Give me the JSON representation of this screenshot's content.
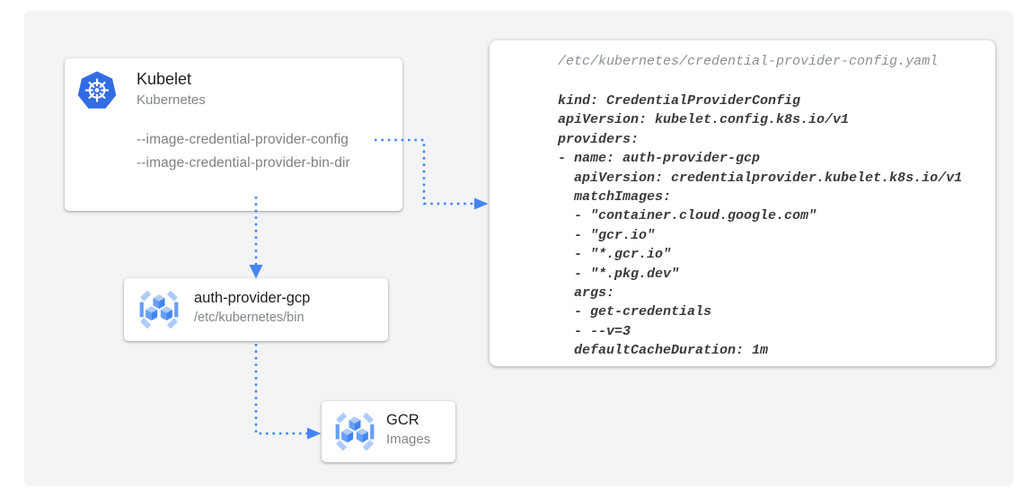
{
  "diagram": {
    "nodes": {
      "kubelet": {
        "title": "Kubelet",
        "subtitle": "Kubernetes",
        "flags": [
          "--image-credential-provider-config",
          "--image-credential-provider-bin-dir"
        ]
      },
      "auth_provider": {
        "title": "auth-provider-gcp",
        "subtitle": "/etc/kubernetes/bin"
      },
      "gcr": {
        "title": "GCR",
        "subtitle": "Images"
      },
      "config_file": {
        "path": "/etc/kubernetes/credential-provider-config.yaml",
        "code": "kind: CredentialProviderConfig\napiVersion: kubelet.config.k8s.io/v1\nproviders:\n- name: auth-provider-gcp\n  apiVersion: credentialprovider.kubelet.k8s.io/v1\n  matchImages:\n  - \"container.cloud.google.com\"\n  - \"gcr.io\"\n  - \"*.gcr.io\"\n  - \"*.pkg.dev\"\n  args:\n  - get-credentials\n  - --v=3\n  defaultCacheDuration: 1m"
      }
    },
    "edges": [
      {
        "from": "kubelet --image-credential-provider-config",
        "to": "credential-provider-config.yaml"
      },
      {
        "from": "kubelet",
        "to": "auth-provider-gcp"
      },
      {
        "from": "auth-provider-gcp",
        "to": "GCR Images"
      }
    ],
    "icons": {
      "kubelet": "kubernetes-helm-logo-icon",
      "auth_provider": "container-registry-icon",
      "gcr": "container-registry-icon"
    },
    "colors": {
      "connector_blue": "#4285F4",
      "kubernetes_blue": "#326CE5",
      "icon_light_blue": "#AECBFA",
      "icon_medium_blue": "#669DF6",
      "panel_background": "#f3f4f5",
      "title_text": "#202124",
      "muted_text": "#80868b",
      "code_text": "#393b3e"
    }
  }
}
